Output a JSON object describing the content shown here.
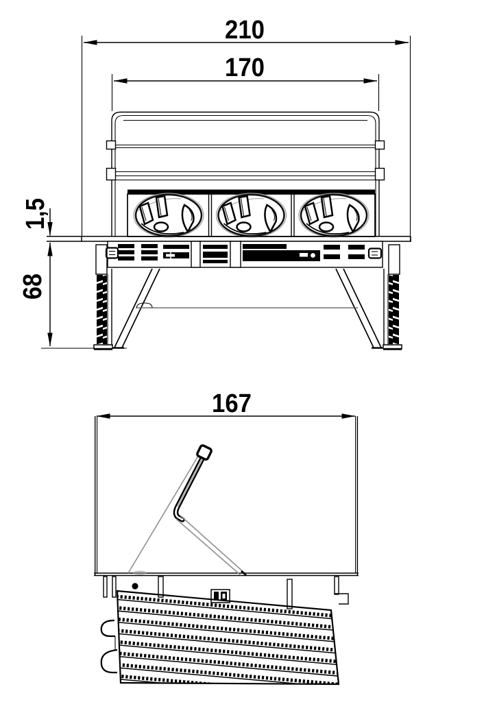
{
  "meta": {
    "type": "technical-dimension-drawing",
    "background": "#ffffff",
    "line_color": "#000000",
    "gray_line_color": "#8f8f8f"
  },
  "front_view": {
    "dim_overall_width": "210",
    "dim_body_width": "170",
    "dim_cover_thickness": "1,5",
    "dim_mounting_depth": "68",
    "socket_count": 3
  },
  "side_view": {
    "dim_width": "167"
  }
}
